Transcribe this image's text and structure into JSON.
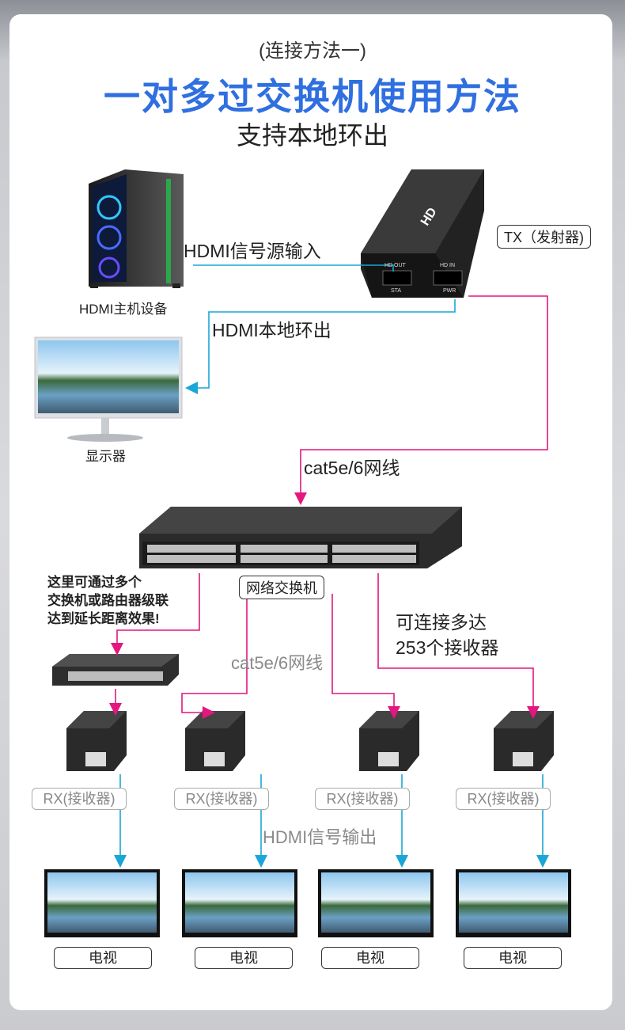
{
  "header": {
    "method_label": "(连接方法一)",
    "main_title": "一对多过交换机使用方法",
    "subtitle": "支持本地环出"
  },
  "source": {
    "host_label": "HDMI主机设备",
    "signal_in_label": "HDMI信号源输入",
    "loop_label": "HDMI本地环出",
    "monitor_label": "显示器"
  },
  "transmitter": {
    "label": "TX（发射器)",
    "brand_text": "HD",
    "port_hdout": "HD OUT",
    "port_hdin": "HD IN",
    "led_sta": "STA",
    "led_pwr": "PWR"
  },
  "network": {
    "cable_label": "cat5e/6网线",
    "switch_label": "网络交换机",
    "cascade_note": [
      "这里可通过多个",
      "交换机或路由器级联",
      "达到延长距离效果!"
    ],
    "capacity_label": [
      "可连接多达",
      "253个接收器"
    ],
    "cable_label_2": "cat5e/6网线"
  },
  "receivers": {
    "items": [
      {
        "label": "RX(接收器)",
        "tv": "电视"
      },
      {
        "label": "RX(接收器)",
        "tv": "电视"
      },
      {
        "label": "RX(接收器)",
        "tv": "电视"
      },
      {
        "label": "RX(接收器)",
        "tv": "电视"
      }
    ],
    "output_label": "HDMI信号输出"
  },
  "colors": {
    "title_blue": "#2f6fe0",
    "cable_magenta": "#e3177f",
    "hdmi_cyan": "#1aa6d6"
  }
}
